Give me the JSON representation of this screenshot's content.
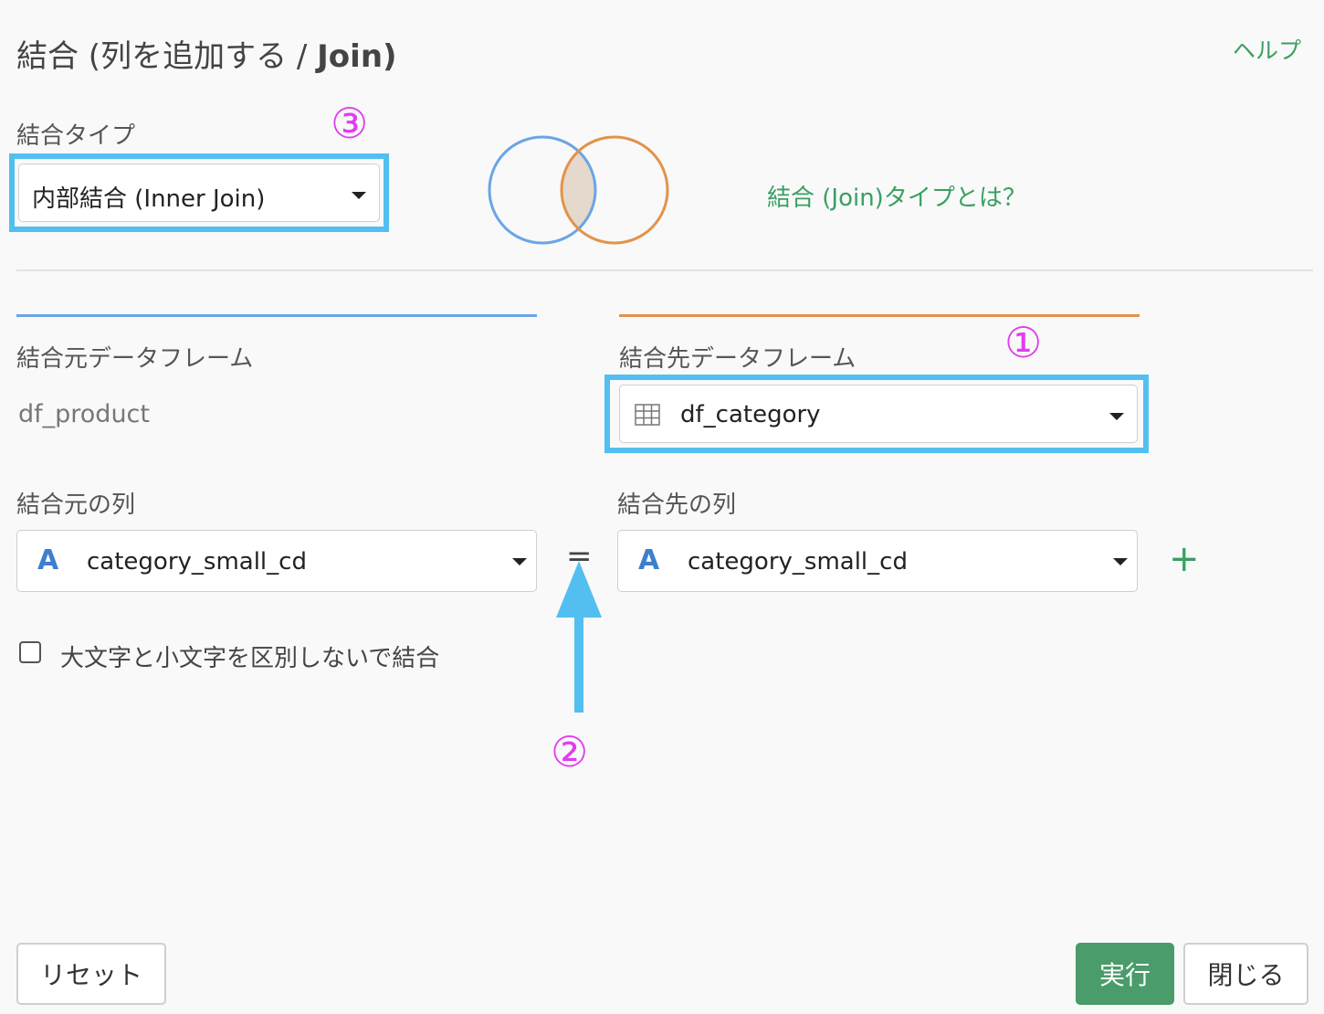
{
  "header": {
    "title_prefix": "結合 (列を追加する / ",
    "title_bold": "Join)",
    "help_label": "ヘルプ"
  },
  "join_type": {
    "label": "結合タイプ",
    "selected": "内部結合 (Inner Join)",
    "info_link": "結合 (Join)タイプとは？",
    "venn_colors": {
      "left": "#6aa5e6",
      "right": "#e2934a",
      "overlap": "#e5d8cc"
    }
  },
  "source": {
    "label": "結合元データフレーム",
    "value": "df_product",
    "column_label": "結合元の列",
    "column_value": "category_small_cd",
    "column_type_icon": "A"
  },
  "target": {
    "label": "結合先データフレーム",
    "value": "df_category",
    "column_label": "結合先の列",
    "column_value": "category_small_cd",
    "column_type_icon": "A"
  },
  "operator": "=",
  "case_insensitive": {
    "label": "大文字と小文字を区別しないで結合",
    "checked": false
  },
  "annotations": {
    "one": "①",
    "two": "②",
    "three": "③",
    "highlight_color": "#52bff0",
    "marker_color": "#e13df0"
  },
  "footer": {
    "reset_label": "リセット",
    "run_label": "実行",
    "close_label": "閉じる"
  },
  "colors": {
    "accent": "#3a9f62",
    "primary_button": "#4a9c6a"
  }
}
